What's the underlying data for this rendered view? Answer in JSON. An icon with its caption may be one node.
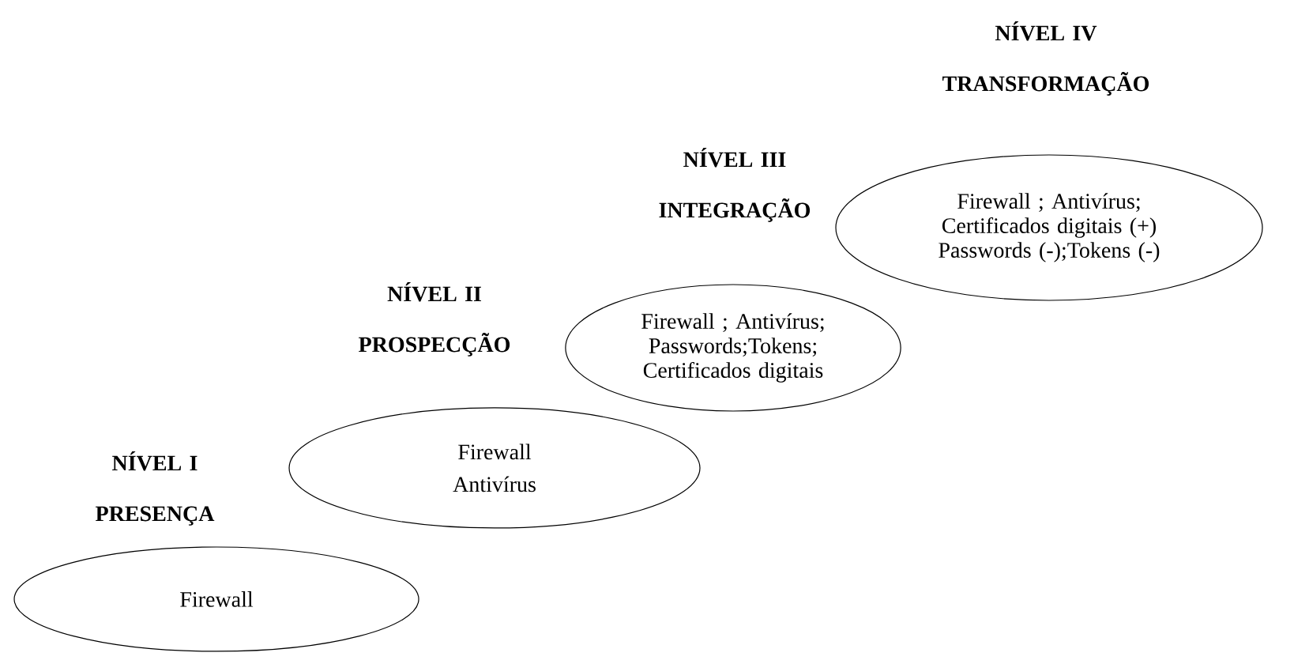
{
  "diagram": {
    "nodes": [
      {
        "text": [
          "NÍVEL I PRESENÇA",
          "Firewall"
        ]
      },
      {
        "text": [
          "NÍVEL II PROSPECÇÃO",
          "Firewall",
          "Antivírus"
        ]
      },
      {
        "text": [
          "NÍVEL III INTEGRAÇÃO",
          "Firewall ; Antivírus; Passwords;Tokens; Certificados digitais"
        ]
      },
      {
        "text": [
          "NÍVEL IV TRANSFORMAÇÃO",
          "Firewall ; Antivírus; Certificados digitais (+) Passwords (-);Tokens (-)"
        ]
      }
    ]
  }
}
